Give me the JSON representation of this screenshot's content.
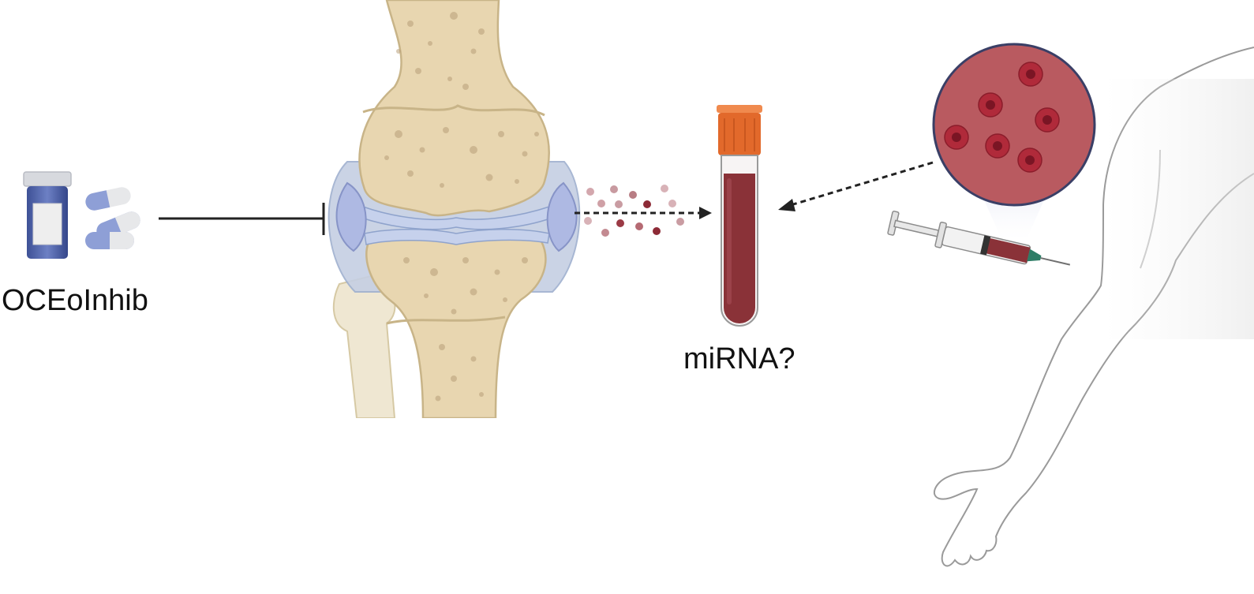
{
  "labels": {
    "drug": "OCEoInhib",
    "biomarker": "miRNA?"
  },
  "colors": {
    "bone_fill": "#e8d6b0",
    "bone_spot": "#b89f78",
    "bone_outline": "#c8b488",
    "capsule_blue": "#8e9fd6",
    "synovial": "#bfc9e6",
    "blood": "#8a3238",
    "tube_cap": "#e2692b",
    "rbc_bg": "#b95a60",
    "rbc_cell": "#b02a3a",
    "arm_outline": "#9a9a9a",
    "arrow": "#222222"
  },
  "icons": {
    "pill_bottle": "pill-bottle-icon",
    "capsules": "capsule-icon",
    "knee": "knee-joint-illustration",
    "tube": "blood-tube-icon",
    "magnifier": "red-blood-cells-magnified",
    "syringe": "syringe-icon",
    "arm": "human-arm-illustration"
  }
}
